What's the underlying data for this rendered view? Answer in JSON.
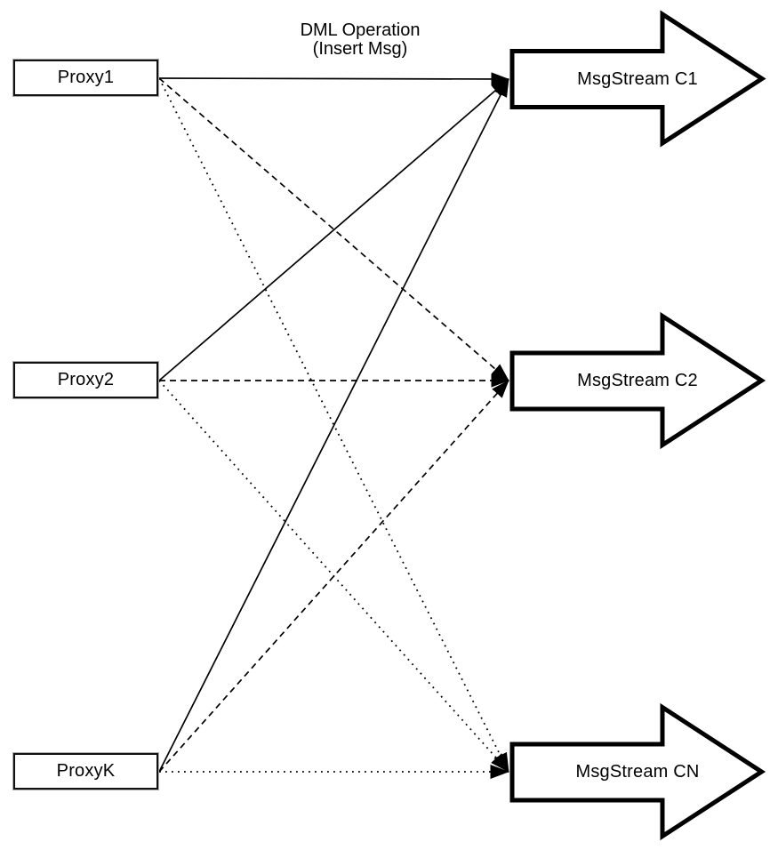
{
  "diagram": {
    "caption": {
      "line1": "DML Operation",
      "line2": "(Insert Msg)"
    },
    "proxies": [
      {
        "id": "proxy1",
        "label": "Proxy1"
      },
      {
        "id": "proxy2",
        "label": "Proxy2"
      },
      {
        "id": "proxyk",
        "label": "ProxyK"
      }
    ],
    "streams": [
      {
        "id": "c1",
        "label": "MsgStream C1"
      },
      {
        "id": "c2",
        "label": "MsgStream C2"
      },
      {
        "id": "cn",
        "label": "MsgStream CN"
      }
    ],
    "edges": [
      {
        "from": "proxy1",
        "to": "c1",
        "style": "solid"
      },
      {
        "from": "proxy2",
        "to": "c1",
        "style": "solid"
      },
      {
        "from": "proxyk",
        "to": "c1",
        "style": "solid"
      },
      {
        "from": "proxy1",
        "to": "c2",
        "style": "dashed"
      },
      {
        "from": "proxy2",
        "to": "c2",
        "style": "dashed"
      },
      {
        "from": "proxyk",
        "to": "c2",
        "style": "dashed"
      },
      {
        "from": "proxy1",
        "to": "cn",
        "style": "dotted"
      },
      {
        "from": "proxy2",
        "to": "cn",
        "style": "dotted"
      },
      {
        "from": "proxyk",
        "to": "cn",
        "style": "dotted"
      }
    ],
    "colors": {
      "stroke": "#000000",
      "fill": "#ffffff"
    }
  }
}
